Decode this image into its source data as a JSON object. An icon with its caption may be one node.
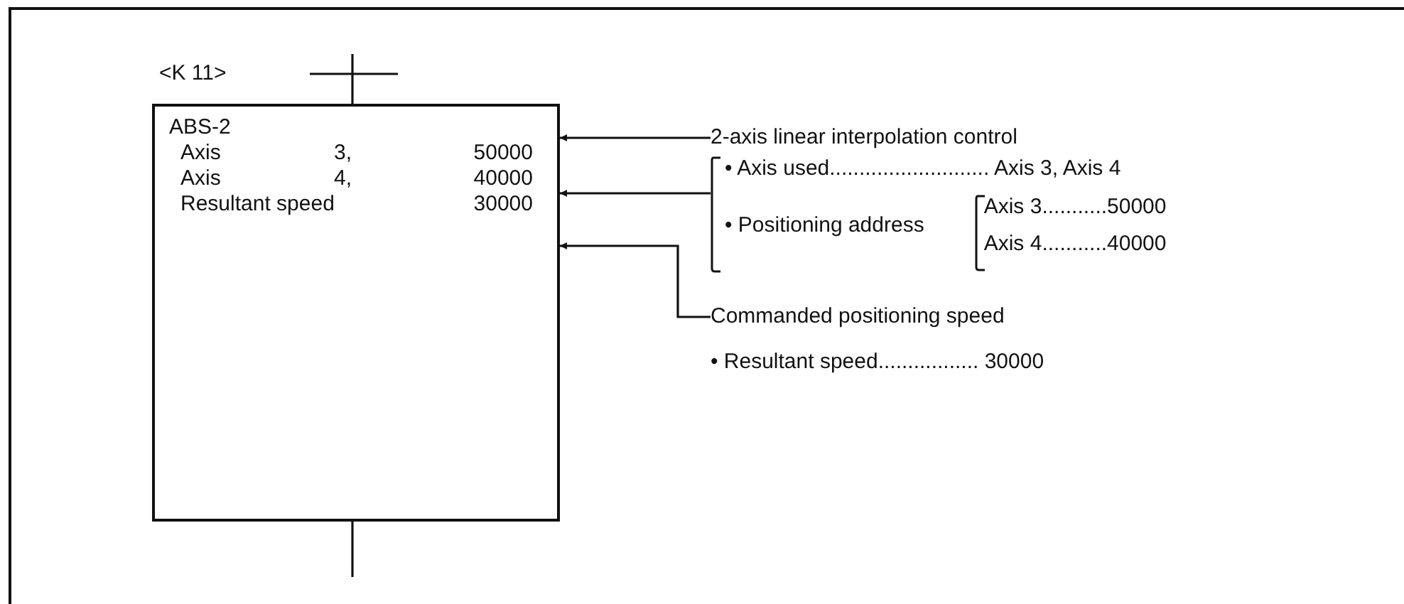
{
  "diagram": {
    "nodes": [
      {
        "text": [
          "ABS-2",
          "Axis",
          "3,",
          "50000",
          "Axis",
          "4,",
          "40000",
          "Resultant speed",
          "30000"
        ],
        "beside": [
          "<K 11>"
        ]
      },
      {
        "text": [
          "2-axis linear interpolation control"
        ]
      },
      {
        "text": [
          "• Axis used........................... Axis 3, Axis 4",
          "• Positioning address",
          "Axis 3...........50000",
          "Axis 4...........40000"
        ]
      },
      {
        "text": [
          "Commanded positioning speed",
          "• Resultant speed................. 30000"
        ]
      }
    ],
    "edges": [
      {
        "from": 1,
        "to": 0,
        "arrow": "to"
      },
      {
        "from": 2,
        "to": 0,
        "arrow": "to"
      },
      {
        "from": 3,
        "to": 0,
        "arrow": "to"
      }
    ]
  }
}
